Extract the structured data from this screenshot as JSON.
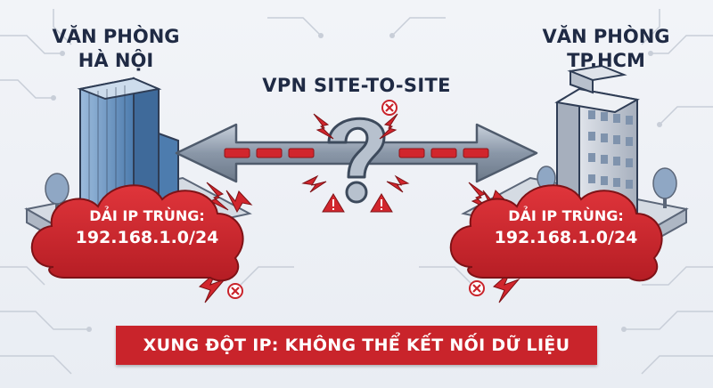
{
  "left_office": {
    "title_line1": "VĂN PHÒNG",
    "title_line2": "HÀ NỘI"
  },
  "right_office": {
    "title_line1": "VĂN PHÒNG",
    "title_line2": "TP.HCM"
  },
  "vpn_label": "VPN SITE-TO-SITE",
  "left_cloud": {
    "line1": "DẢI IP TRÙNG:",
    "line2": "192.168.1.0/24"
  },
  "right_cloud": {
    "line1": "DẢI IP TRÙNG:",
    "line2": "192.168.1.0/24"
  },
  "banner": "XUNG ĐỘT IP: KHÔNG THỂ KẾT NỐI DỮ LIỆU",
  "colors": {
    "accent_red": "#c9242b",
    "navy_text": "#1f2a44",
    "arrow_steel": "#8a97a8",
    "building_blue": "#5f8fc0"
  },
  "icons": [
    "question-mark-icon",
    "lightning-icon",
    "x-error-icon",
    "warning-triangle-icon",
    "building-icon",
    "tree-icon",
    "cloud-icon"
  ]
}
